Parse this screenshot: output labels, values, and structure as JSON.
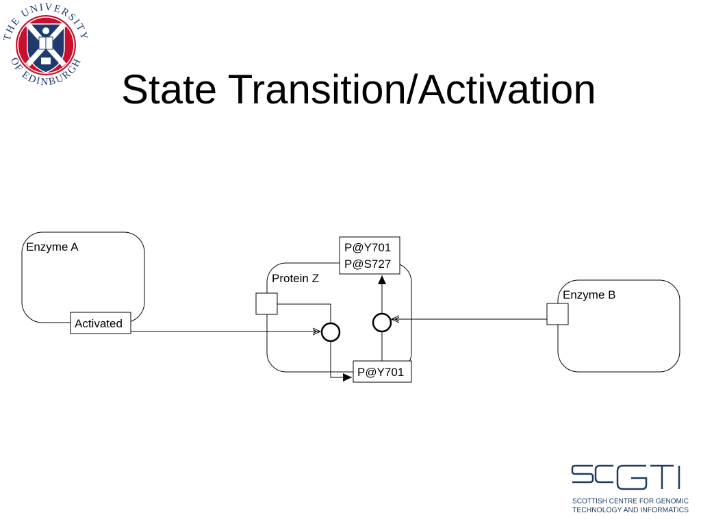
{
  "slide": {
    "title": "State Transition/Activation"
  },
  "logos": {
    "university_seal": {
      "icon": "university-of-edinburgh-seal-icon",
      "text": "THE UNIVERSITY OF EDINBURGH",
      "colors": {
        "ring": "#1f3b6e",
        "shield_red": "#c8102e",
        "shield_blue": "#1f3b6e"
      }
    },
    "scgti": {
      "icon": "scgti-logo-icon",
      "mark": "SCGTI",
      "line1": "SCOTTISH CENTRE FOR GENOMIC",
      "line2": "TECHNOLOGY AND INFORMATICS",
      "color": "#1f3b5a"
    }
  },
  "diagram": {
    "enzyme_a": {
      "label": "Enzyme A",
      "state": "Activated"
    },
    "protein_z": {
      "label": "Protein Z",
      "state_top_line1": "P@Y701",
      "state_top_line2": "P@S727",
      "state_bottom": "P@Y701"
    },
    "enzyme_b": {
      "label": "Enzyme B"
    }
  }
}
